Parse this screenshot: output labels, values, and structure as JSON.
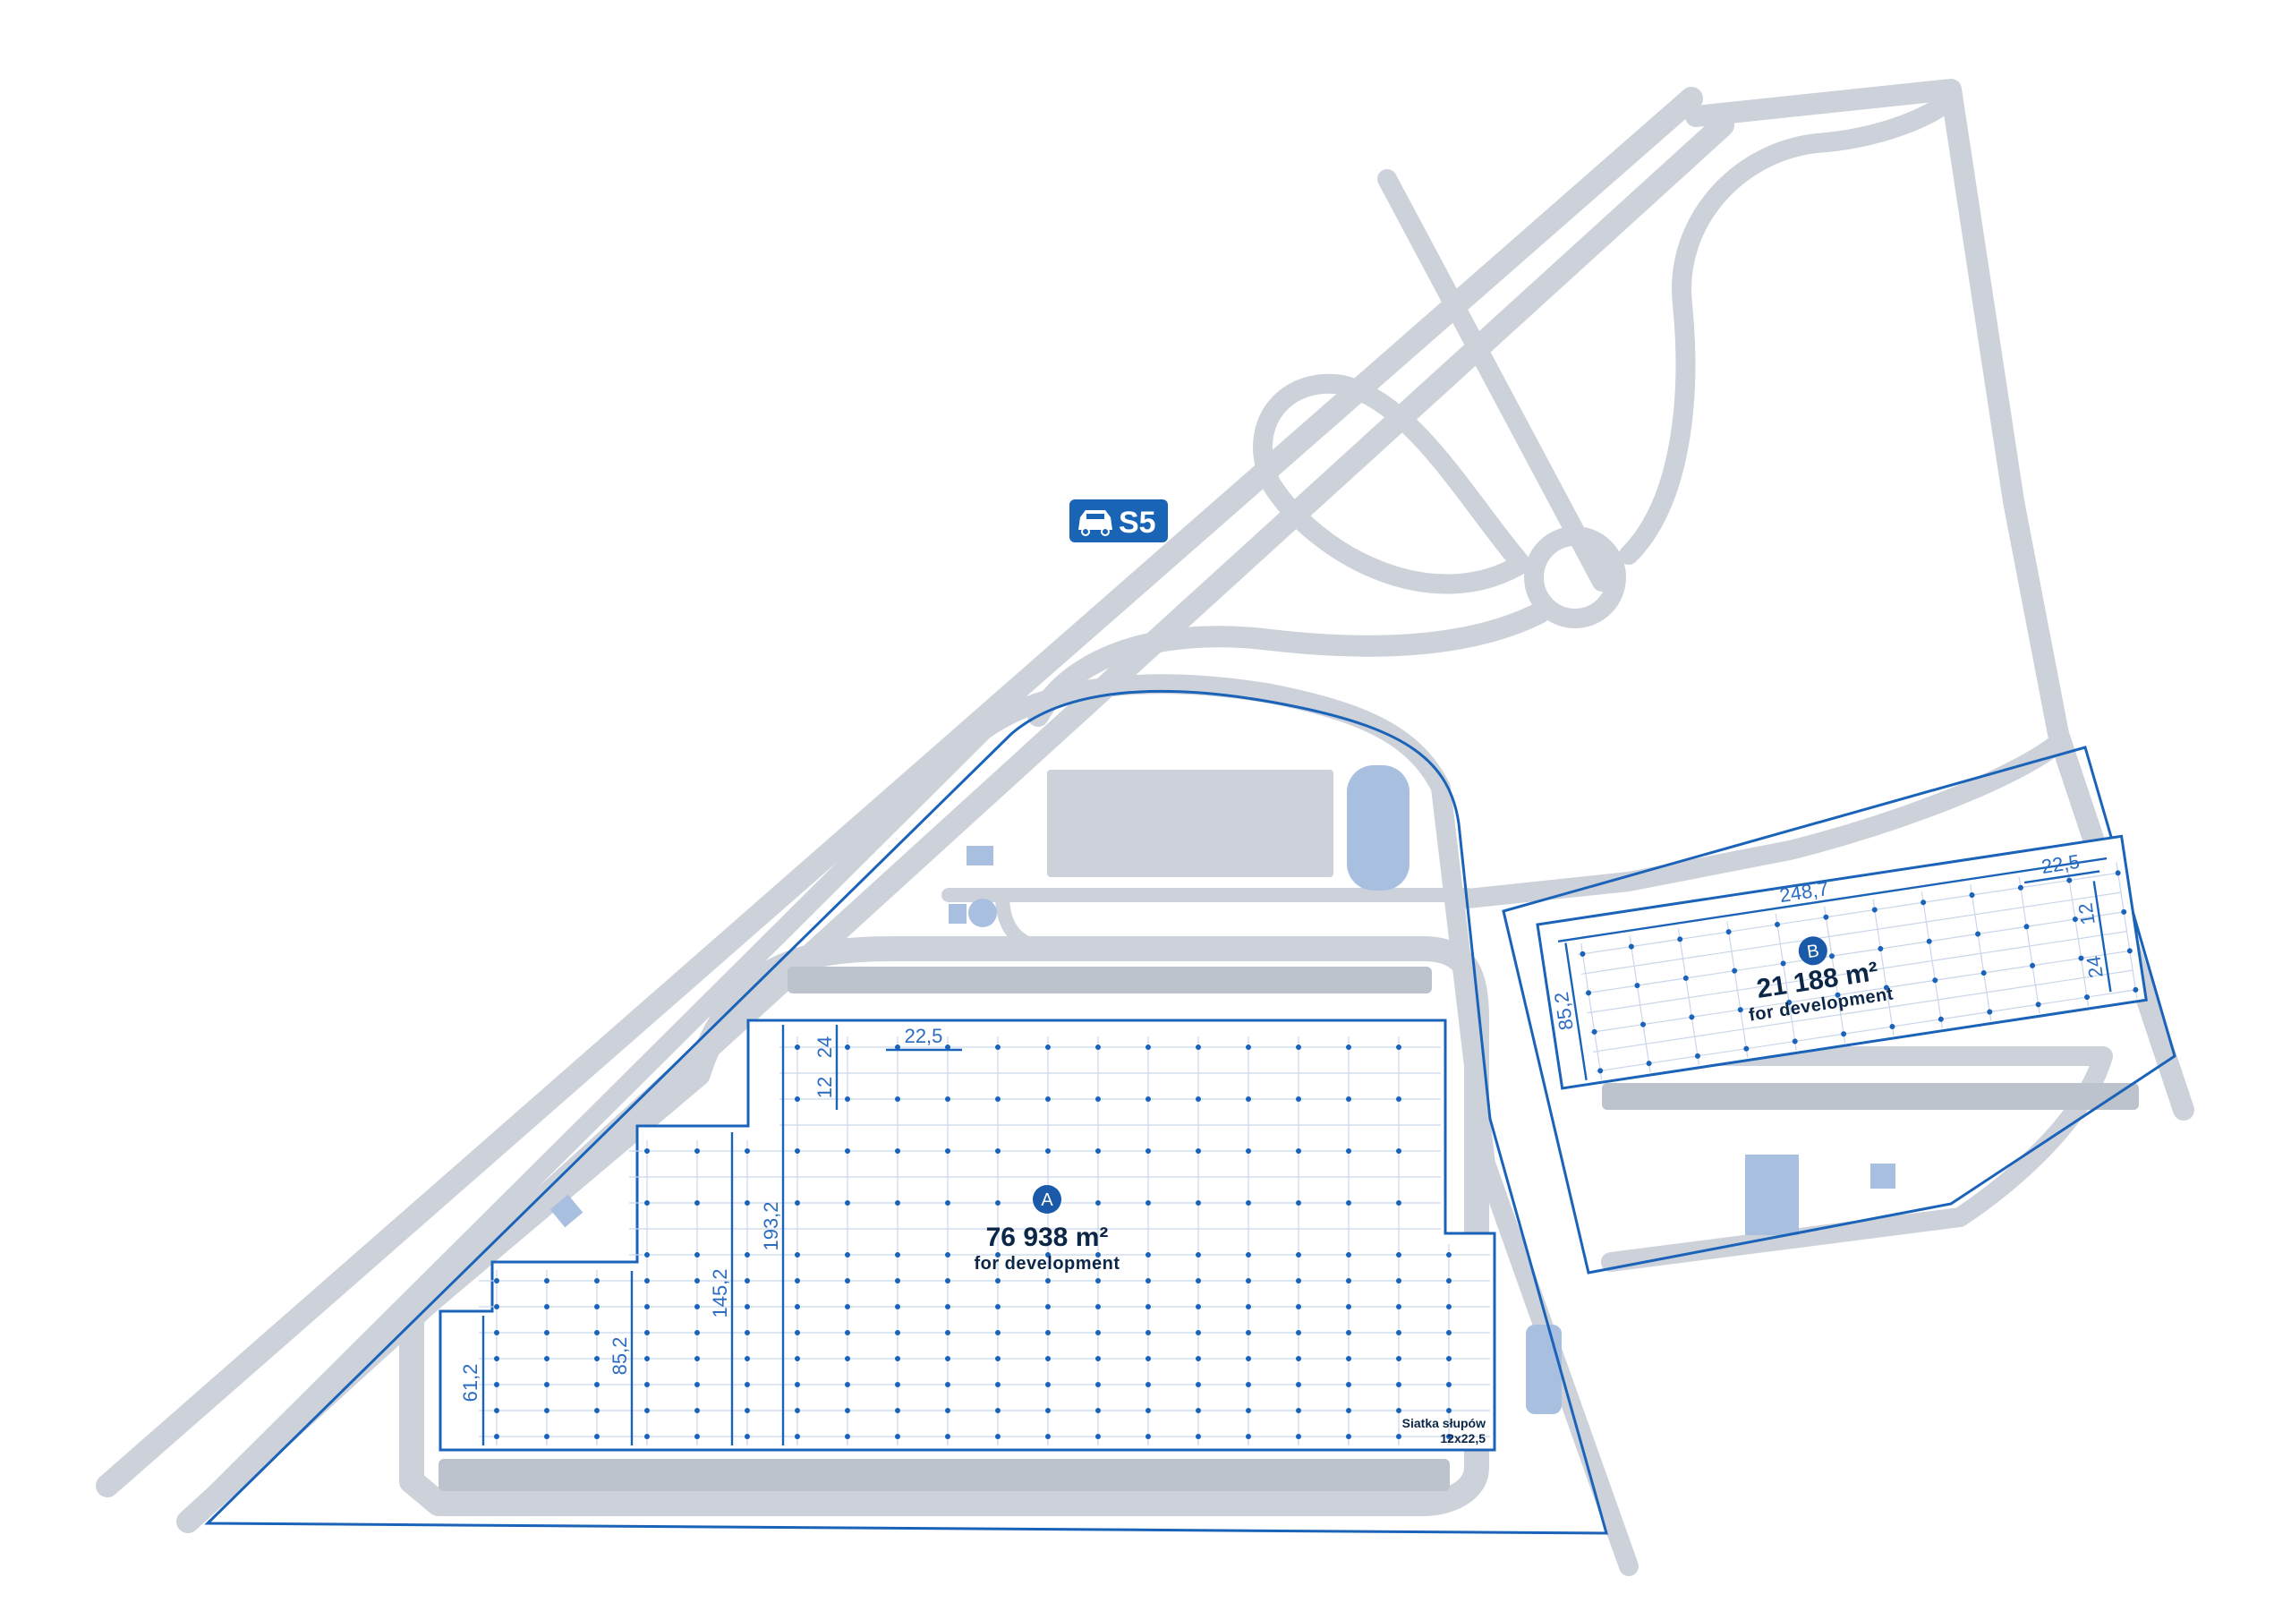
{
  "road_sign": {
    "label": "S5",
    "icon": "car-icon",
    "color": "#1a64b6"
  },
  "colors": {
    "road": "#cdd2da",
    "plot_outline": "#1a63b8",
    "text_dark": "#0b2647",
    "background": "#ffffff"
  },
  "plot_a": {
    "badge": "A",
    "area": "76 938 m²",
    "subtitle": "for development",
    "grid_note_line1": "Siatka słupów",
    "grid_note_line2": "12x22,5",
    "dimensions": {
      "bay_width": "22,5",
      "bay_depth_1": "12",
      "bay_depth_2": "24",
      "depth_193": "193,2",
      "depth_145": "145,2",
      "depth_85": "85,2",
      "depth_61": "61,2"
    }
  },
  "plot_b": {
    "badge": "B",
    "area": "21 188 m²",
    "subtitle": "for development",
    "dimensions": {
      "length": "248,7",
      "bay_width": "22,5",
      "depth": "85,2",
      "bay_depth_1": "12",
      "bay_depth_2": "24"
    }
  }
}
